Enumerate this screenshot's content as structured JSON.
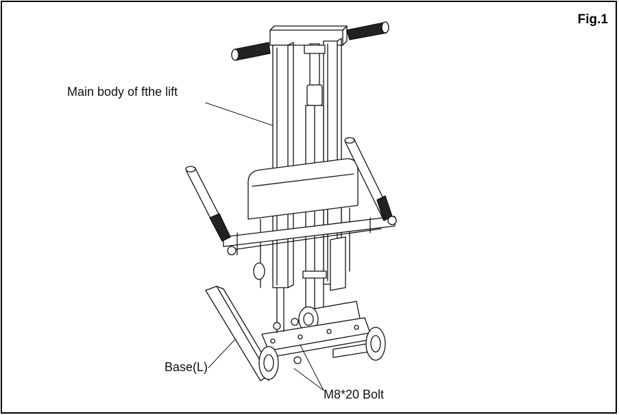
{
  "figure": {
    "label": "Fig.1"
  },
  "callouts": {
    "main_body": "Main body of  fthe lift",
    "base_left": "Base(L)",
    "bolt": "M8*20 Bolt"
  }
}
